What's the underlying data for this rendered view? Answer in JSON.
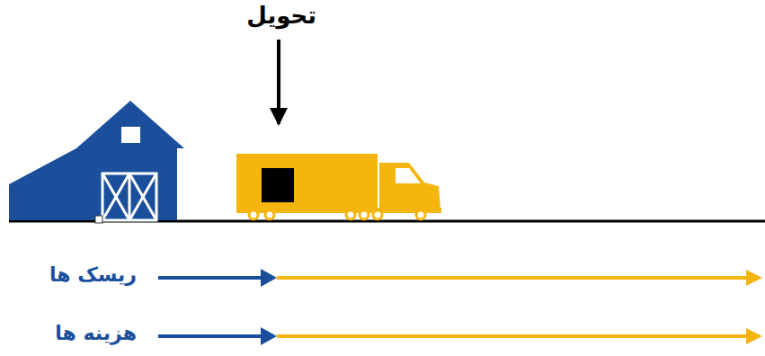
{
  "diagram": {
    "labels": [
      "تحویل",
      "ریسک ها",
      "هزینه ها"
    ]
  }
}
